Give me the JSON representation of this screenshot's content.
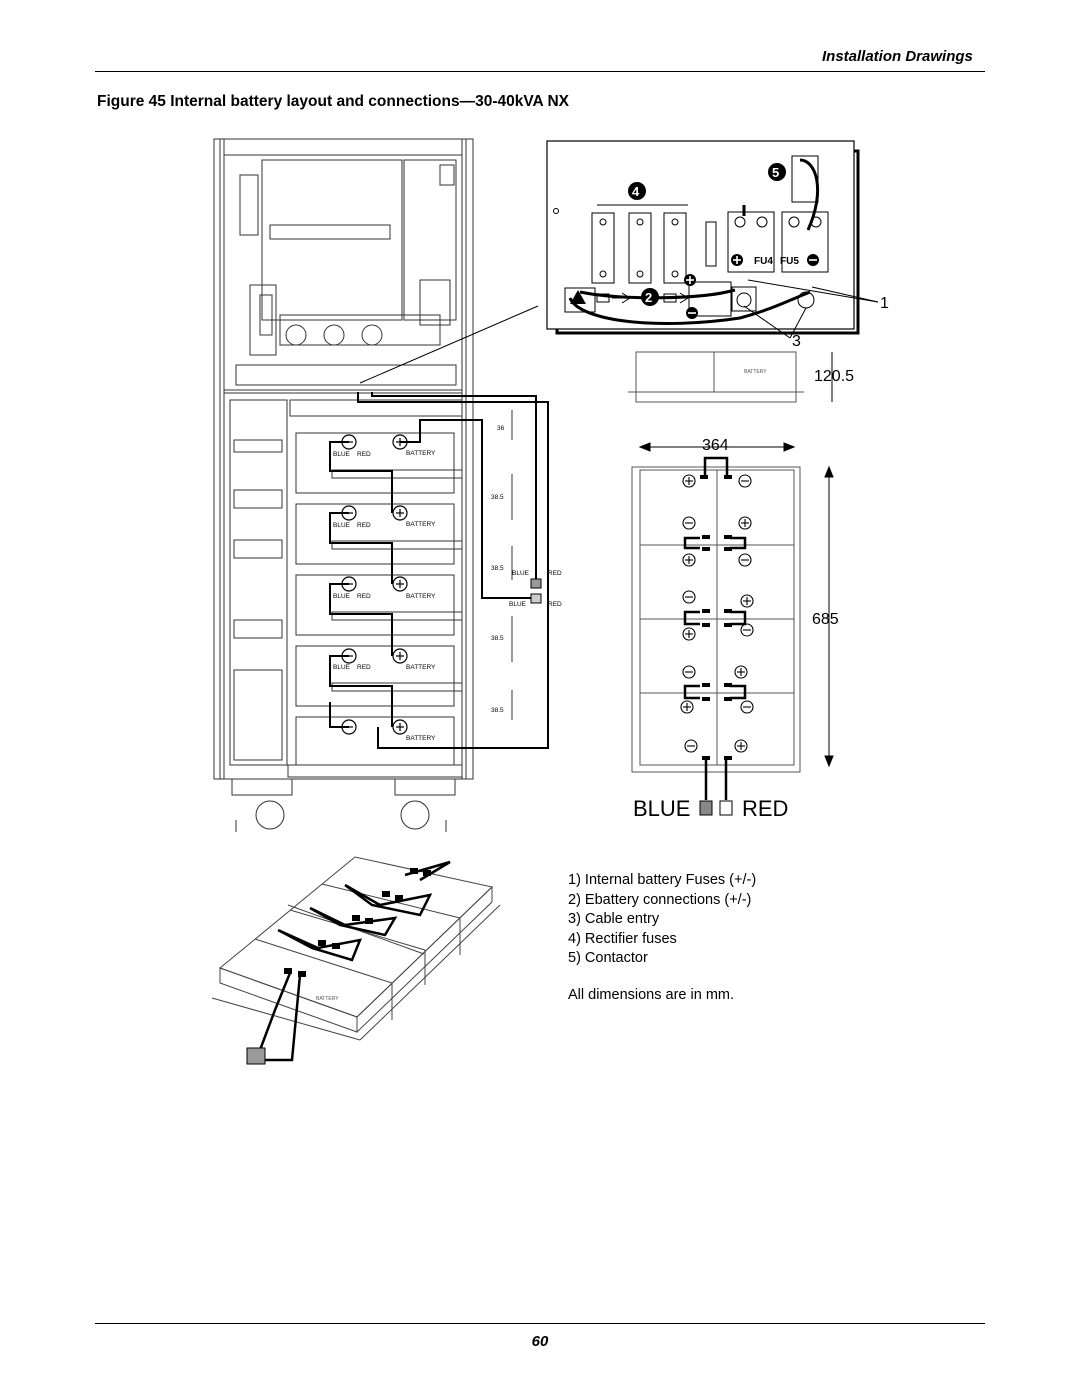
{
  "header": {
    "section_title": "Installation Drawings"
  },
  "figure": {
    "caption": "Figure 45  Internal battery layout and connections—30-40kVA NX"
  },
  "callouts": {
    "c1": "1",
    "c2": "2",
    "c3": "3",
    "c4": "4",
    "c5": "5"
  },
  "fuse_labels": {
    "fu4": "FU4",
    "fu5": "FU5"
  },
  "dimensions": {
    "height_tray": "120.5",
    "width": "364",
    "depth": "685",
    "shelf_first": "36",
    "shelf_gap": "38.5"
  },
  "battery_labels": {
    "battery": "BATTERY",
    "blue": "BLUE",
    "red": "RED"
  },
  "wire_legend": {
    "blue": "BLUE",
    "red": "RED"
  },
  "legend": {
    "items": [
      "1) Internal battery Fuses  (+/-)",
      "2) Ebattery connections (+/-)",
      "3) Cable entry",
      "4) Rectifier fuses",
      "5) Contactor"
    ],
    "note": "All dimensions are in mm."
  },
  "footer": {
    "page_number": "60"
  }
}
